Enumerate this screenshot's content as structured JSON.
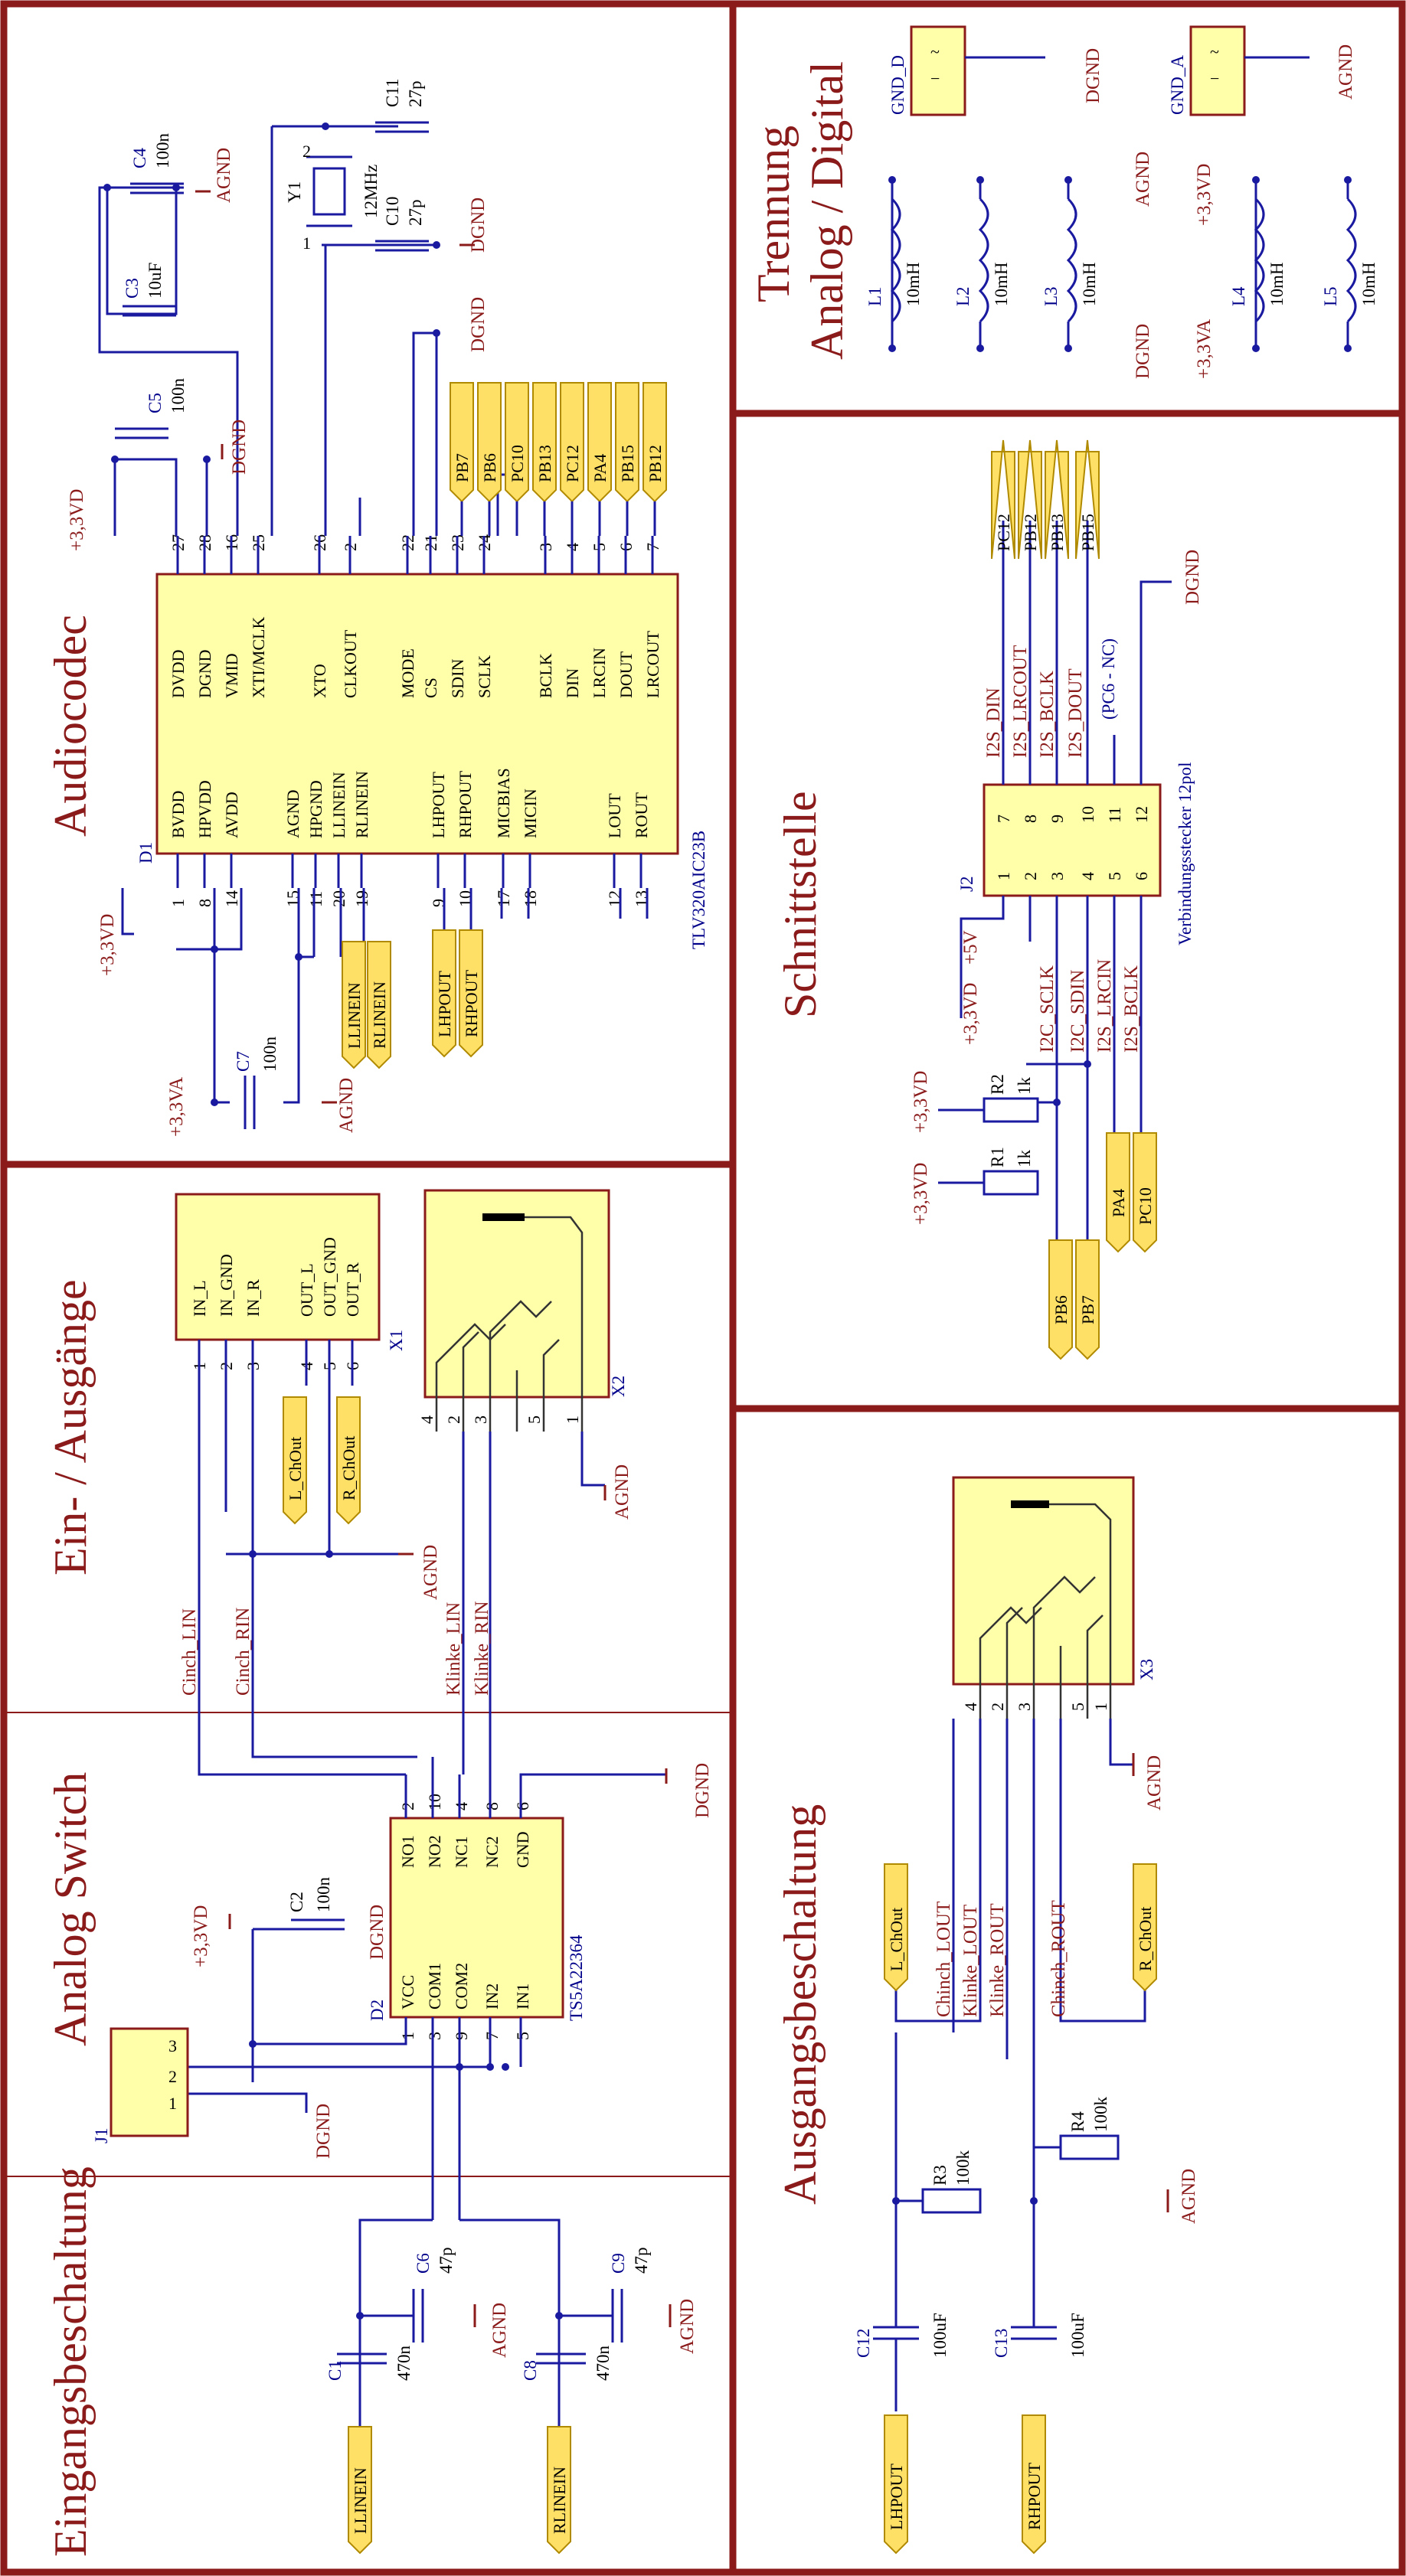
{
  "sections": {
    "audiocodec": "Audiocodec",
    "ein_ausgaenge": "Ein- / Ausgänge",
    "analog_switch": "Analog Switch",
    "eingangsbeschaltung": "Eingangsbeschaltung",
    "trennung_1": "Trennung",
    "trennung_2": "Analog / Digital",
    "schnittstelle": "Schnittstelle",
    "ausgangsbeschaltung": "Ausgangsbeschaltung"
  },
  "codec": {
    "ref": "D1",
    "part": "TLV320AIC23B",
    "left_pins": [
      "BVDD",
      "HPVDD",
      "AVDD",
      "AGND",
      "HPGND",
      "LLINEIN",
      "RLINEIN",
      "LHPOUT",
      "RHPOUT",
      "MICBIAS",
      "MICIN",
      "LOUT",
      "ROUT"
    ],
    "left_nums": [
      "1",
      "8",
      "14",
      "15",
      "11",
      "20",
      "19",
      "9",
      "10",
      "17",
      "18",
      "12",
      "13"
    ],
    "right_pins": [
      "DVDD",
      "DGND",
      "VMID",
      "XTI/MCLK",
      "XTO",
      "CLKOUT",
      "MODE",
      "CS",
      "SDIN",
      "SCLK",
      "BCLK",
      "DIN",
      "LRCIN",
      "DOUT",
      "LRCOUT"
    ],
    "right_nums": [
      "27",
      "28",
      "16",
      "25",
      "26",
      "2",
      "22",
      "21",
      "23",
      "24",
      "3",
      "4",
      "5",
      "6",
      "7"
    ],
    "bus": [
      "PB7",
      "PB6",
      "PC10",
      "PB13",
      "PC12",
      "PA4",
      "PB15",
      "PB12"
    ]
  },
  "parts": {
    "c4": "C4",
    "c4v": "100n",
    "c3": "C3",
    "c3v": "10uF",
    "c5": "C5",
    "c5v": "100n",
    "c7": "C7",
    "c7v": "100n",
    "c10": "C10",
    "c10v": "27p",
    "c11": "C11",
    "c11v": "27p",
    "y1": "Y1",
    "y1v": "12MHz",
    "c1": "C1",
    "c1v": "470n",
    "c6": "C6",
    "c6v": "47p",
    "c8": "C8",
    "c8v": "470n",
    "c9": "C9",
    "c9v": "47p",
    "c2": "C2",
    "c2v": "100n",
    "c12": "C12",
    "c12v": "100uF",
    "c13": "C13",
    "c13v": "100uF",
    "r1": "R1",
    "r1v": "1k",
    "r2": "R2",
    "r2v": "1k",
    "r3": "R3",
    "r3v": "100k",
    "r4": "R4",
    "r4v": "100k",
    "l1": "L1",
    "l2": "L2",
    "l3": "L3",
    "l4": "L4",
    "l5": "L5",
    "lv": "10mH",
    "pin1": "1",
    "pin2": "2"
  },
  "rails": {
    "v33vd": "+3,3VD",
    "v33va": "+3,3VA",
    "agnd": "AGND",
    "dgnd": "DGND",
    "v5": "+5V",
    "gndd": "GND_D",
    "gnda": "GND_A"
  },
  "x1": {
    "ref": "X1",
    "pins": [
      "IN_L",
      "IN_GND",
      "IN_R",
      "OUT_L",
      "OUT_GND",
      "OUT_R"
    ],
    "nums": [
      "1",
      "2",
      "3",
      "4",
      "5",
      "6"
    ],
    "tags": [
      "L_ChOut",
      "R_ChOut"
    ]
  },
  "x2": {
    "ref": "X2",
    "nums": [
      "4",
      "2",
      "3",
      "5",
      "1"
    ]
  },
  "x3": {
    "ref": "X3",
    "nums": [
      "4",
      "2",
      "3",
      "5",
      "1"
    ]
  },
  "d2": {
    "ref": "D2",
    "part": "TS5A22364",
    "left": [
      "VCC",
      "COM1",
      "COM2",
      "IN2",
      "IN1"
    ],
    "left_nums": [
      "1",
      "3",
      "9",
      "7",
      "5"
    ],
    "right": [
      "NO1",
      "NO2",
      "NC1",
      "NC2",
      "GND"
    ],
    "right_nums": [
      "2",
      "10",
      "4",
      "8",
      "6"
    ]
  },
  "j1": {
    "ref": "J1",
    "pins": [
      "3",
      "2",
      "1"
    ]
  },
  "nets": {
    "cinch_lin": "Cinch_LIN",
    "cinch_rin": "Cinch_RIN",
    "klinke_lin": "Klinke_LIN",
    "klinke_rin": "Klinke_RIN",
    "chinch_lout": "Chinch_LOUT",
    "klinke_lout": "Klinke_LOUT",
    "klinke_rout": "Klinke_ROUT",
    "chinch_rout": "Chinch_ROUT",
    "i2c_sclk": "I2C_SCLK",
    "i2c_sdin": "I2C_SDIN",
    "i2s_lrcin": "I2S_LRCIN",
    "i2s_bclk": "I2S_BCLK",
    "i2s_din": "I2S_DIN",
    "i2s_lrcout": "I2S_LRCOUT",
    "i2s_bclk2": "I2S_BCLK",
    "i2s_dout": "I2S_DOUT",
    "pc6": "(PC6 - NC)"
  },
  "tags": {
    "llinein": "LLINEIN",
    "rlinein": "RLINEIN",
    "lhpout": "LHPOUT",
    "rhpout": "RHPOUT",
    "l_chout": "L_ChOut",
    "r_chout": "R_ChOut",
    "pb6": "PB6",
    "pb7": "PB7",
    "pa4": "PA4",
    "pc10": "PC10",
    "pc12": "PC12",
    "pb12": "PB12",
    "pb13": "PB13",
    "pb15": "PB15"
  },
  "j2": {
    "ref": "J2",
    "note": "Verbindungsstecker 12pol",
    "left": [
      "1",
      "2",
      "3",
      "4",
      "5",
      "6"
    ],
    "right": [
      "7",
      "8",
      "9",
      "10",
      "11",
      "12"
    ]
  }
}
